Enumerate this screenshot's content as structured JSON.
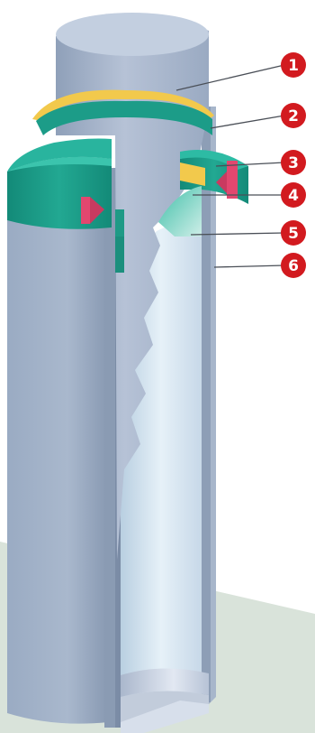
{
  "callouts": [
    {
      "label": "1"
    },
    {
      "label": "2"
    },
    {
      "label": "3"
    },
    {
      "label": "4"
    },
    {
      "label": "5"
    },
    {
      "label": "6"
    }
  ],
  "colors": {
    "background_top": "#ffffff",
    "background_bottom": "#d9e3da",
    "pipe": "#9fb0c7",
    "pipe_interior": "#dbe9f4",
    "collar": "#1a9a88",
    "collar_light": "#2ab6a1",
    "yellow_band": "#f2c94c",
    "pink_block": "#e2476f",
    "callout_red": "#d21a1f"
  }
}
